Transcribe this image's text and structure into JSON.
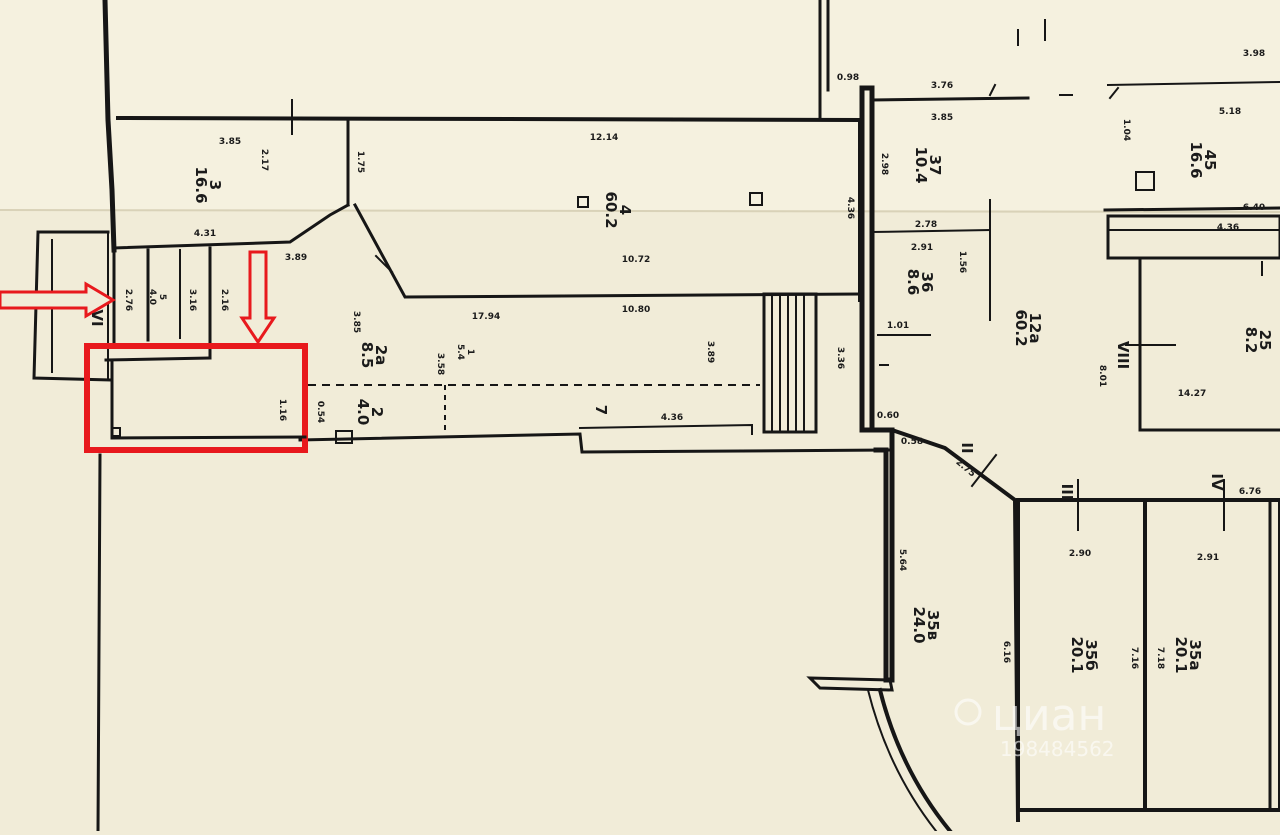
{
  "colors": {
    "paper": "#f1ecd8",
    "ink": "#161616",
    "highlight": "#e8191d",
    "watermark": "#ffffff"
  },
  "rooms": {
    "r3": {
      "num": "3",
      "area": "16.6"
    },
    "r4": {
      "num": "4",
      "area": "60.2"
    },
    "r5": {
      "num": "5",
      "area": "4.0"
    },
    "r2a": {
      "num": "2а",
      "area": "8.5"
    },
    "r2": {
      "num": "2",
      "area": "4.0"
    },
    "r37": {
      "num": "37",
      "area": "10.4"
    },
    "r45": {
      "num": "45",
      "area": "16.6"
    },
    "r36": {
      "num": "36",
      "area": "8.6"
    },
    "r12a": {
      "num": "12а",
      "area": "60.2"
    },
    "r25": {
      "num": "25",
      "area": "8.2"
    },
    "r35v": {
      "num": "35в",
      "area": "24.0"
    },
    "r35b": {
      "num": "35б",
      "area": "20.1"
    },
    "r35a": {
      "num": "35а",
      "area": "20.1"
    },
    "r1": {
      "num": "1",
      "area": "5.4"
    },
    "r7": {
      "num": "7",
      "area": ""
    }
  },
  "romans": {
    "vi": "VI",
    "viii": "VIII",
    "ii": "II",
    "iii": "III",
    "iv": "IV"
  },
  "dims": {
    "d1": "3.85",
    "d2": "12.14",
    "d3": "2.17",
    "d4": "1.75",
    "d5": "4.31",
    "d6": "3.89",
    "d7": "10.72",
    "d8": "17.94",
    "d9": "10.80",
    "d10": "3.85",
    "d11": "3.58",
    "d12": "3.89",
    "d13": "4.36",
    "d14": "1.16",
    "d15": "0.54",
    "d16": "2.76",
    "d17": "3.16",
    "d18": "2.16",
    "d19": "3.76",
    "d20": "3.85",
    "d21": "5.18",
    "d22": "0.98",
    "d23": "1.01",
    "d24": "2.78",
    "d25": "2.91",
    "d26": "4.36",
    "d27": "14.27",
    "d28": "8.01",
    "d29": "2.90",
    "d30": "2.91",
    "d31": "7.16",
    "d32": "7.18",
    "d33": "6.16",
    "d34": "6.76",
    "d35": "0.60",
    "d36": "2.75",
    "d37": "0.58",
    "d38": "5.64",
    "d39": "4.36",
    "d40": "1.56",
    "d41": "3.36",
    "d42": "2.98",
    "d43": "6.40",
    "d44": "1.04",
    "d45": "3.98"
  },
  "watermark": {
    "brand": "циан",
    "id": "198484562"
  }
}
